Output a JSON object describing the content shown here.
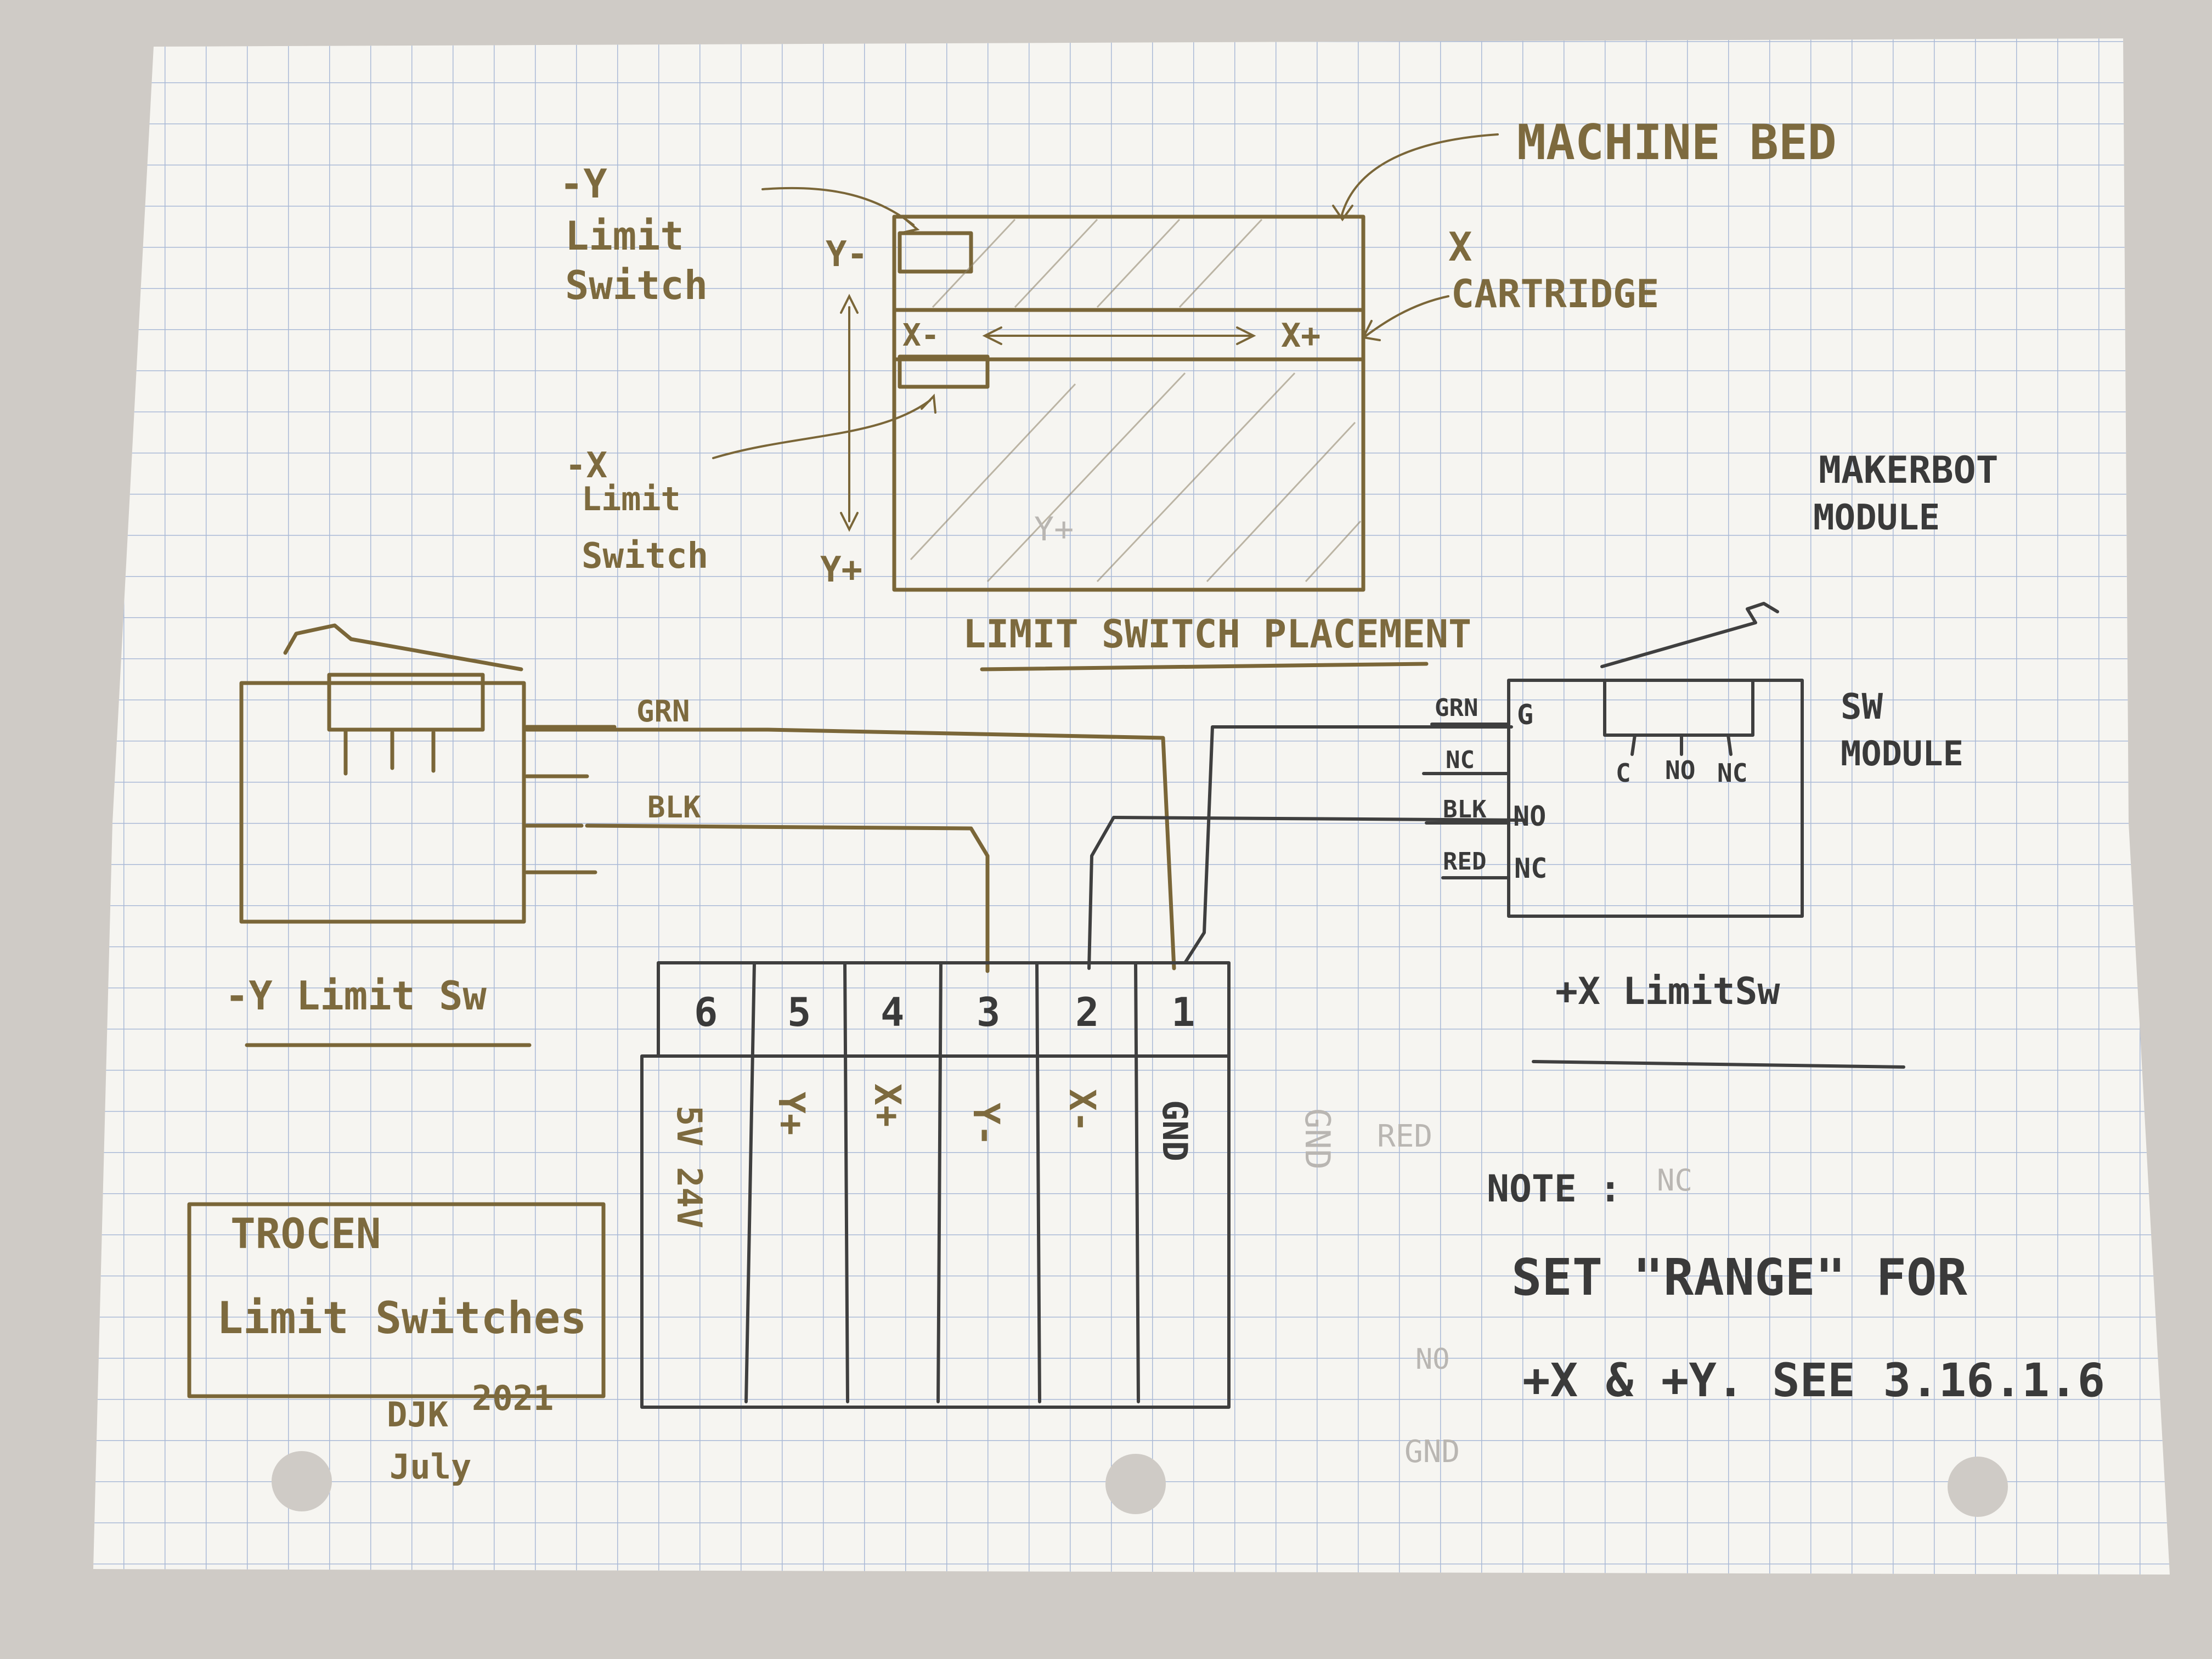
{
  "top_diagram": {
    "machine_bed_label": "MACHINE BED",
    "x_cartridge_label_1": "X",
    "x_cartridge_label_2": "CARTRIDGE",
    "neg_y_switch_label_1": "-Y",
    "neg_y_switch_label_2": "Limit",
    "neg_y_switch_label_3": "Switch",
    "neg_x_switch_label_1": "-X",
    "neg_x_switch_label_2": "Limit",
    "neg_x_switch_label_3": "Switch",
    "axis_y_minus": "Y-",
    "axis_y_plus": "Y+",
    "axis_x_minus": "X-",
    "axis_x_plus": "X+",
    "faint_y_plus": "Y+",
    "caption": "LIMIT SWITCH PLACEMENT"
  },
  "makerbot": {
    "line1": "MAKERBOT",
    "line2": "MODULE"
  },
  "left_switch": {
    "wire_grn": "GRN",
    "wire_blk": "BLK",
    "caption": "-Y Limit Sw"
  },
  "right_switch": {
    "wire_labels": [
      "GRN",
      "NC",
      "BLK",
      "RED"
    ],
    "pin_labels": [
      "G",
      "NO",
      "NC"
    ],
    "switch_pins": [
      "C",
      "NO",
      "NC"
    ],
    "module_label_1": "SW",
    "module_label_2": "MODULE",
    "caption": "+X LimitSw"
  },
  "connector": {
    "pin_numbers": [
      "6",
      "5",
      "4",
      "3",
      "2",
      "1"
    ],
    "signals": [
      "5V 24V",
      "Y+",
      "X+",
      "Y-",
      "X-",
      "GND"
    ]
  },
  "note": {
    "heading": "NOTE :",
    "line1": "SET \"RANGE\" FOR",
    "line2": "+X & +Y. SEE 3.16.1.6"
  },
  "title_box": {
    "line1": "TROCEN",
    "line2": "Limit Switches"
  },
  "signature": {
    "initials": "DJK",
    "year": "2021",
    "month": "July"
  },
  "faint_bleed": {
    "items": [
      "GND",
      "RED",
      "NC",
      "NO",
      "GND"
    ]
  },
  "colors": {
    "background": "#cfcbc6",
    "paper": "#f6f5f1",
    "grid": "#a9b9d6",
    "gold_ink": "#7a6638",
    "pencil": "#3f3f3f"
  }
}
